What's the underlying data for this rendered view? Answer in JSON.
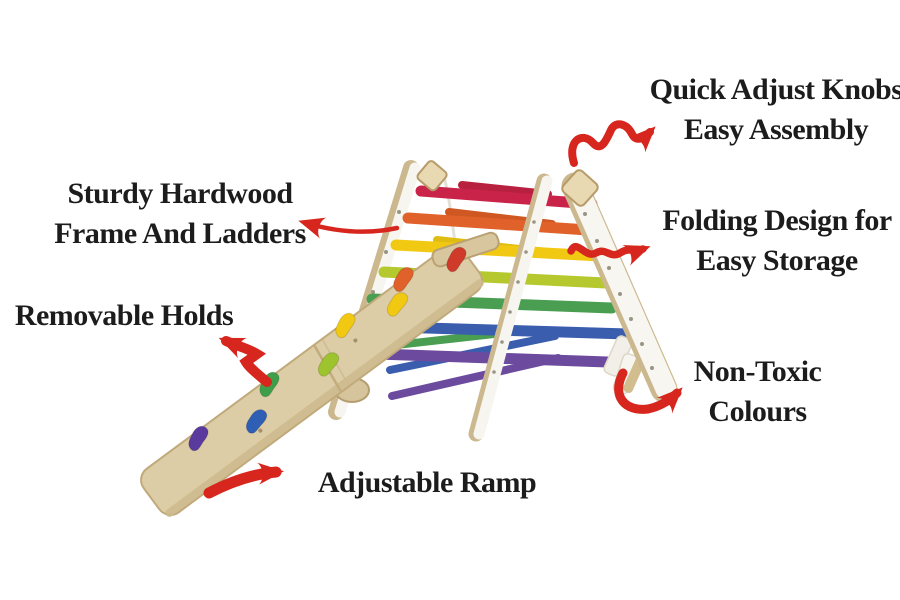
{
  "palette": {
    "arrow": "#d7261d",
    "text": "#1c1c1c",
    "wood": "#ddcda6",
    "wood_edge": "#bfa878",
    "rail_white": "#f7f5ef",
    "rail_shadow": "#d9d3c3",
    "rungs": [
      "#c9234a",
      "#e0612a",
      "#f2c912",
      "#b5c92e",
      "#4a9e51",
      "#3a5dae",
      "#6c4a9e"
    ],
    "back_rungs": [
      "#b8203f",
      "#cf5722",
      "#e0bb10",
      "#4a9e51",
      "#3a5dae",
      "#6c4a9e"
    ],
    "holds": [
      "#d03a2b",
      "#e0612a",
      "#f2c912",
      "#f2c912",
      "#9dc42e",
      "#3f9e4a",
      "#2f5fb5",
      "#5b3a9e"
    ]
  },
  "labels": {
    "quick_adjust": {
      "line1": "Quick Adjust Knobs",
      "line2": "Easy Assembly"
    },
    "hardwood": {
      "line1": "Sturdy Hardwood",
      "line2": "Frame And Ladders"
    },
    "removable": {
      "line1": "Removable Holds"
    },
    "folding": {
      "line1": "Folding Design for",
      "line2": "Easy Storage"
    },
    "non_toxic": {
      "line1": "Non-Toxic",
      "line2": "Colours"
    },
    "adjustable": {
      "line1": "Adjustable Ramp"
    }
  }
}
